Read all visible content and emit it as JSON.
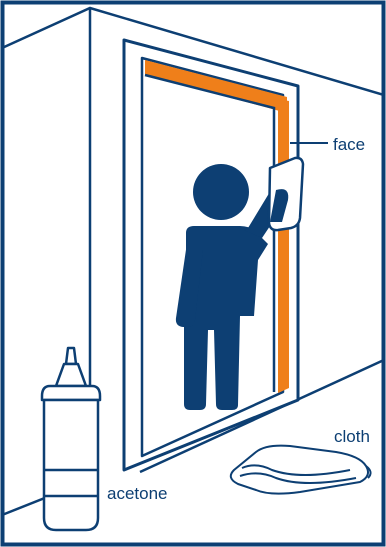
{
  "labels": {
    "face": "face",
    "cloth": "cloth",
    "acetone": "acetone"
  },
  "colors": {
    "navy": "#0d3f73",
    "orange": "#ef7f1a",
    "background": "#ffffff"
  },
  "icons": [
    "person-icon",
    "cloth-icon",
    "acetone-bottle-icon",
    "door-frame-icon"
  ]
}
